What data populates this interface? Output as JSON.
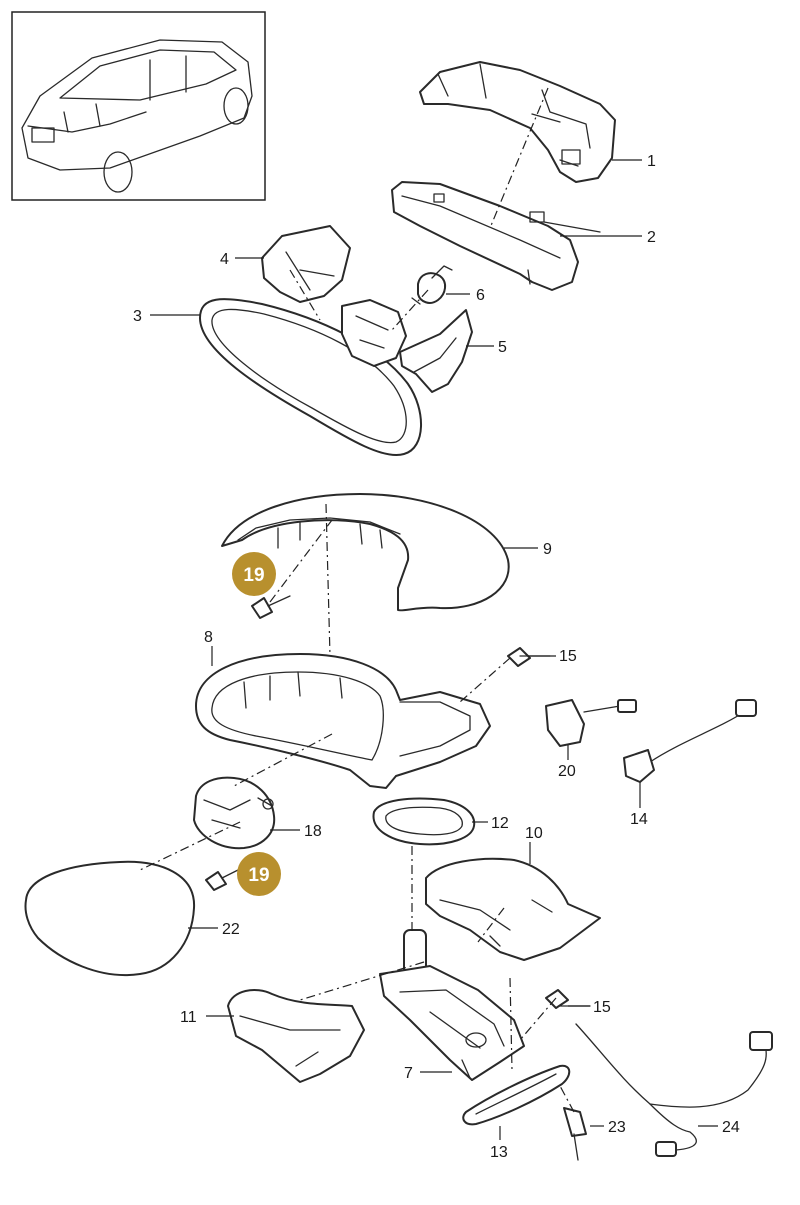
{
  "diagram": {
    "labels": {
      "p1": "1",
      "p2": "2",
      "p3": "3",
      "p4": "4",
      "p5": "5",
      "p6": "6",
      "p7": "7",
      "p8": "8",
      "p9": "9",
      "p10": "10",
      "p11": "11",
      "p12": "12",
      "p13": "13",
      "p14": "14",
      "p15a": "15",
      "p15b": "15",
      "p18": "18",
      "p20": "20",
      "p22": "22",
      "p23": "23",
      "p24": "24"
    },
    "highlight": {
      "label": "19",
      "color": "#b8902e"
    },
    "thumbnail_icon": "vehicle-suv-icon"
  }
}
